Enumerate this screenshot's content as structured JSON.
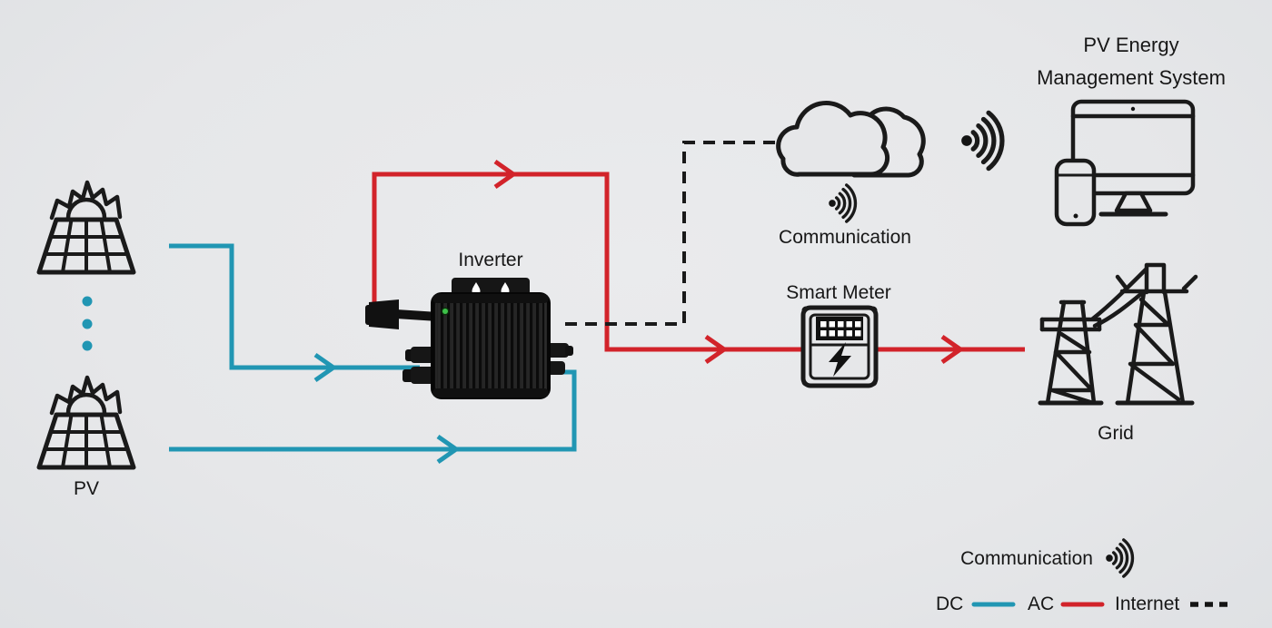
{
  "colors": {
    "background": "#e6e7e9",
    "dc": "#2196b3",
    "ac": "#d2232a",
    "internet": "#1a1a1a",
    "outline": "#1a1a1a",
    "led": "#3ec14a"
  },
  "nodes": {
    "pv": {
      "label": "PV",
      "icon": "solar-panel-icon",
      "panel_count_shown": 2
    },
    "inverter": {
      "label": "Inverter",
      "icon": "inverter-device"
    },
    "communication_cloud": {
      "label": "Communication",
      "icon": "cloud-icon"
    },
    "management_system": {
      "label_line1": "PV Energy",
      "label_line2": "Management System",
      "icons": [
        "desktop-monitor-icon",
        "smartphone-icon",
        "wifi-signal-icon"
      ]
    },
    "smart_meter": {
      "label": "Smart Meter",
      "icon": "smart-meter-icon"
    },
    "grid": {
      "label": "Grid",
      "icon": "transmission-towers-icon"
    }
  },
  "legend": {
    "communication": {
      "label": "Communication",
      "icon": "wifi-signal-icon"
    },
    "dc": {
      "label": "DC",
      "swatch": "solid-teal-line"
    },
    "ac": {
      "label": "AC",
      "swatch": "solid-red-line"
    },
    "internet": {
      "label": "Internet",
      "swatch": "dashed-black-line"
    }
  }
}
